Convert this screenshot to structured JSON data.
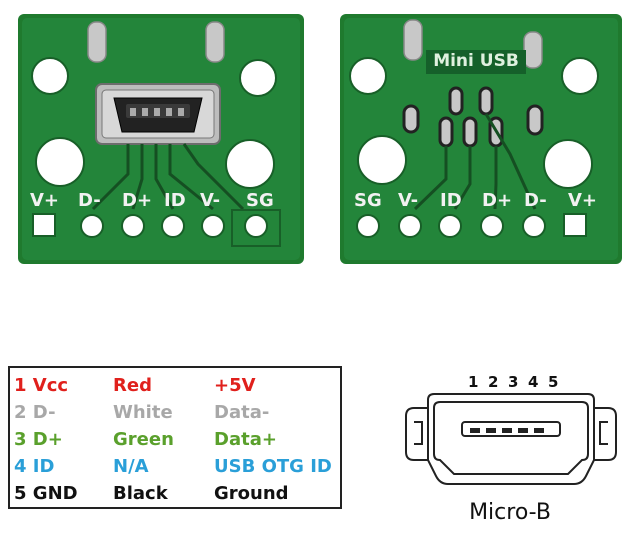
{
  "left_board": {
    "pin_labels": [
      "V+",
      "D-",
      "D+",
      "ID",
      "V-",
      "SG"
    ]
  },
  "right_board": {
    "title": "Mini USB",
    "pin_labels": [
      "SG",
      "V-",
      "ID",
      "D+",
      "D-",
      "V+"
    ]
  },
  "pin_table": {
    "rows": [
      {
        "pin": "1 Vcc",
        "wire": "Red",
        "signal": "+5V",
        "color": "#e0201c"
      },
      {
        "pin": "2 D-",
        "wire": "White",
        "signal": "Data-",
        "color": "#a8a8a8"
      },
      {
        "pin": "3 D+",
        "wire": "Green",
        "signal": "Data+",
        "color": "#5aa02c"
      },
      {
        "pin": "4 ID",
        "wire": "N/A",
        "signal": "USB OTG ID",
        "color": "#2a9fd8"
      },
      {
        "pin": "5 GND",
        "wire": "Black",
        "signal": "Ground",
        "color": "#111111"
      }
    ]
  },
  "connector": {
    "pin_numbers": [
      "1",
      "2",
      "3",
      "4",
      "5"
    ],
    "label": "Micro-B"
  },
  "colors": {
    "pcb_green": "#1f7a2e",
    "pcb_dark": "#15602a",
    "silkscreen": "#f2f2f2"
  }
}
